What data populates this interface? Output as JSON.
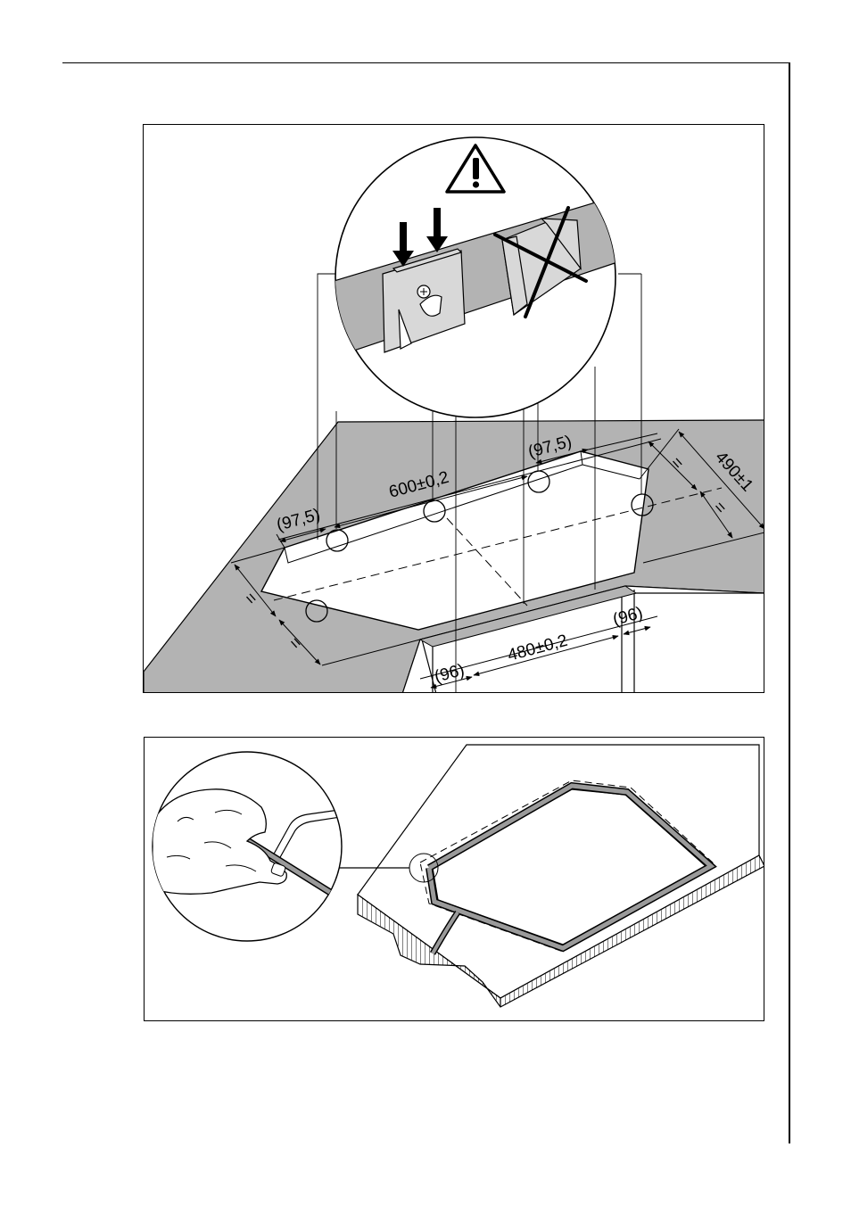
{
  "colors": {
    "countertop": "#b3b3b3",
    "cutout": "#ffffff",
    "line": "#000000",
    "seal": "#9a9a9a",
    "bracket": "#d8d8d8"
  },
  "figure_top": {
    "dimensions": {
      "width_left_spacing": "(97,5)",
      "width_main": "600±0,2",
      "width_right_spacing": "(97,5)",
      "depth_total": "490±1",
      "depth_half_upper": "=",
      "depth_half_lower": "=",
      "left_half_upper": "=",
      "left_half_lower": "=",
      "front_left_spacing": "(96)",
      "front_main": "480±0,2",
      "front_right_spacing": "(96)"
    },
    "icons": [
      "warning-triangle-icon",
      "correct-arrow-icon",
      "wrong-cross-icon",
      "screw-icon"
    ]
  },
  "figure_bottom": {
    "icons": [
      "hand-icon",
      "seal-strip-icon"
    ]
  }
}
